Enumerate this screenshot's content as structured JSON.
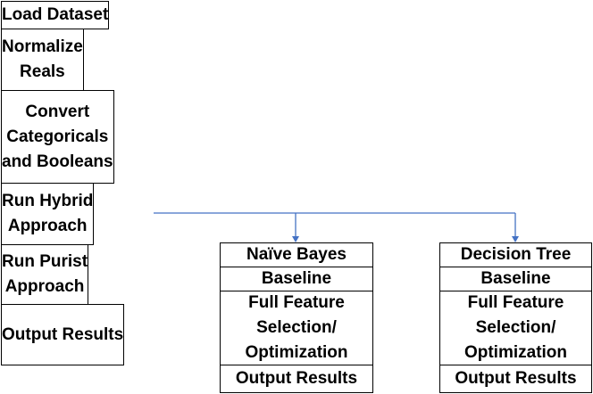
{
  "pipeline_steps": [
    {
      "label": "Load Dataset"
    },
    {
      "label": "Normalize\nReals"
    },
    {
      "label": "Convert\nCategoricals\nand Booleans"
    },
    {
      "label": "Run Hybrid\nApproach"
    },
    {
      "label": "Run Purist\nApproach"
    },
    {
      "label": "Output Results"
    }
  ],
  "naive_bayes": {
    "title": "Naïve Bayes",
    "steps": [
      "Baseline",
      "Full Feature\nSelection/\nOptimization",
      "Output Results"
    ]
  },
  "decision_tree": {
    "title": "Decision Tree",
    "steps": [
      "Baseline",
      "Full Feature\nSelection/\nOptimization",
      "Output Results"
    ]
  },
  "colors": {
    "connector": "#4472c4",
    "border": "#000000",
    "text": "#000000"
  }
}
